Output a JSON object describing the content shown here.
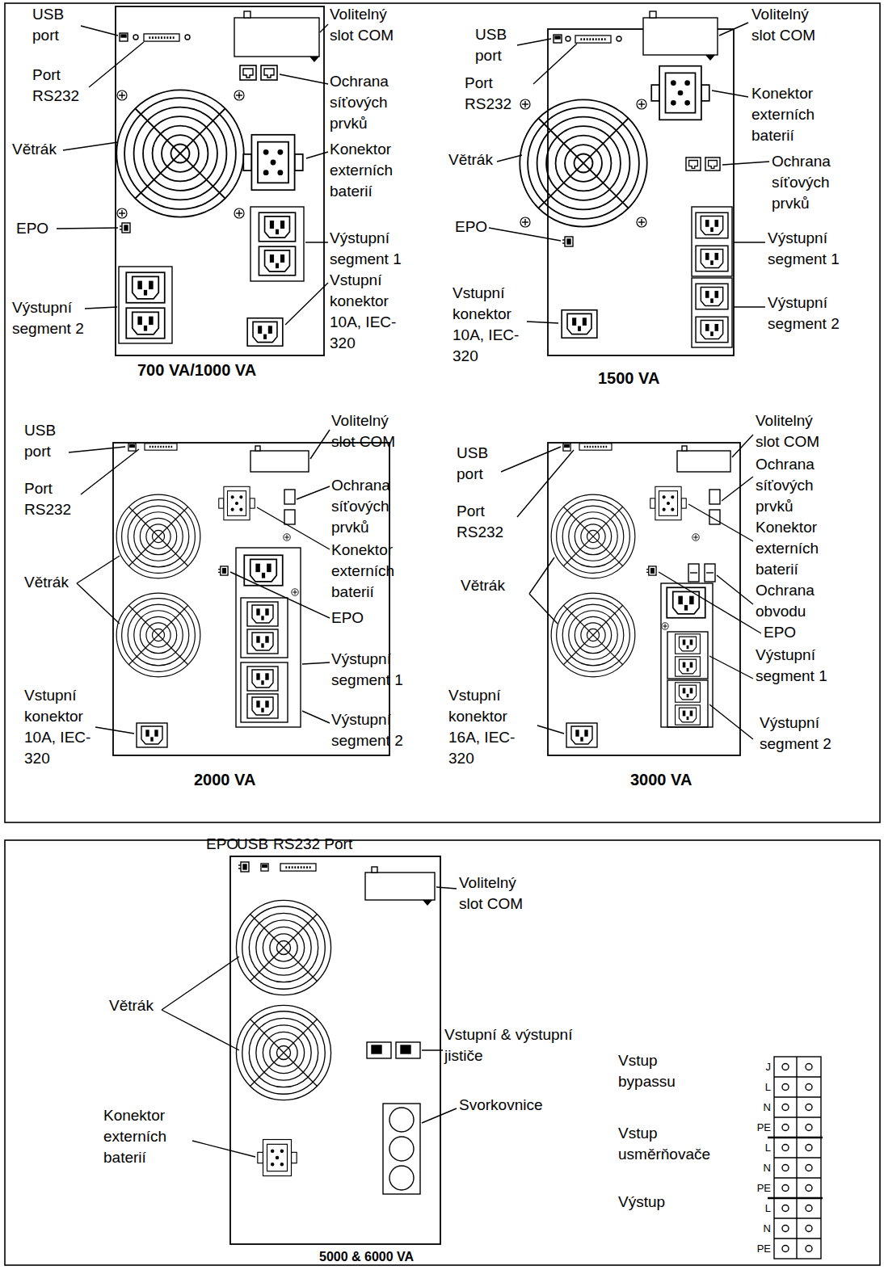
{
  "diagram": {
    "labels": [
      "USB port",
      "Port RS232",
      "Větrák",
      "EPO",
      "Výstupní segment 2",
      "Volitelný slot COM",
      "Ochrana síťových prvků",
      "Konektor externích baterií",
      "Výstupní segment 1",
      "Vstupní konektor 10A, IEC-320",
      "700 VA/1000 VA",
      "USB port",
      "Port RS232",
      "Větrák",
      "EPO",
      "Vstupní konektor 10A, IEC-320",
      "Volitelný slot COM",
      "Konektor externích baterií",
      "Ochrana síťových prvků",
      "Výstupní segment 1",
      "Výstupní segment 2",
      "1500 VA",
      "USB port",
      "Port RS232",
      "Větrák",
      "Vstupní konektor 10A, IEC-320",
      "Volitelný slot COM",
      "Ochrana síťových prvků",
      "Konektor externích baterií",
      "EPO",
      "Výstupní segment 1",
      "Výstupní segment 2",
      "2000 VA",
      "USB port",
      "Port RS232",
      "Větrák",
      "Vstupní konektor 16A, IEC-320",
      "Volitelný slot COM",
      "Ochrana síťových prvků",
      "Konektor externích baterií",
      "Ochrana obvodu",
      "EPO",
      "Výstupní segment 1",
      "Výstupní segment 2",
      "3000 VA",
      "EPO",
      "USB",
      "RS232 Port",
      "Volitelný slot COM",
      "Větrák",
      "Konektor externích baterií",
      "Vstupní & výstupní jističe",
      "Svorkovnice",
      "Vstup bypassu",
      "Vstup usměrňovače",
      "Výstup",
      "J",
      "L",
      "N",
      "PE",
      "L",
      "N",
      "PE",
      "L",
      "N",
      "PE",
      "5000 & 6000 VA"
    ]
  }
}
